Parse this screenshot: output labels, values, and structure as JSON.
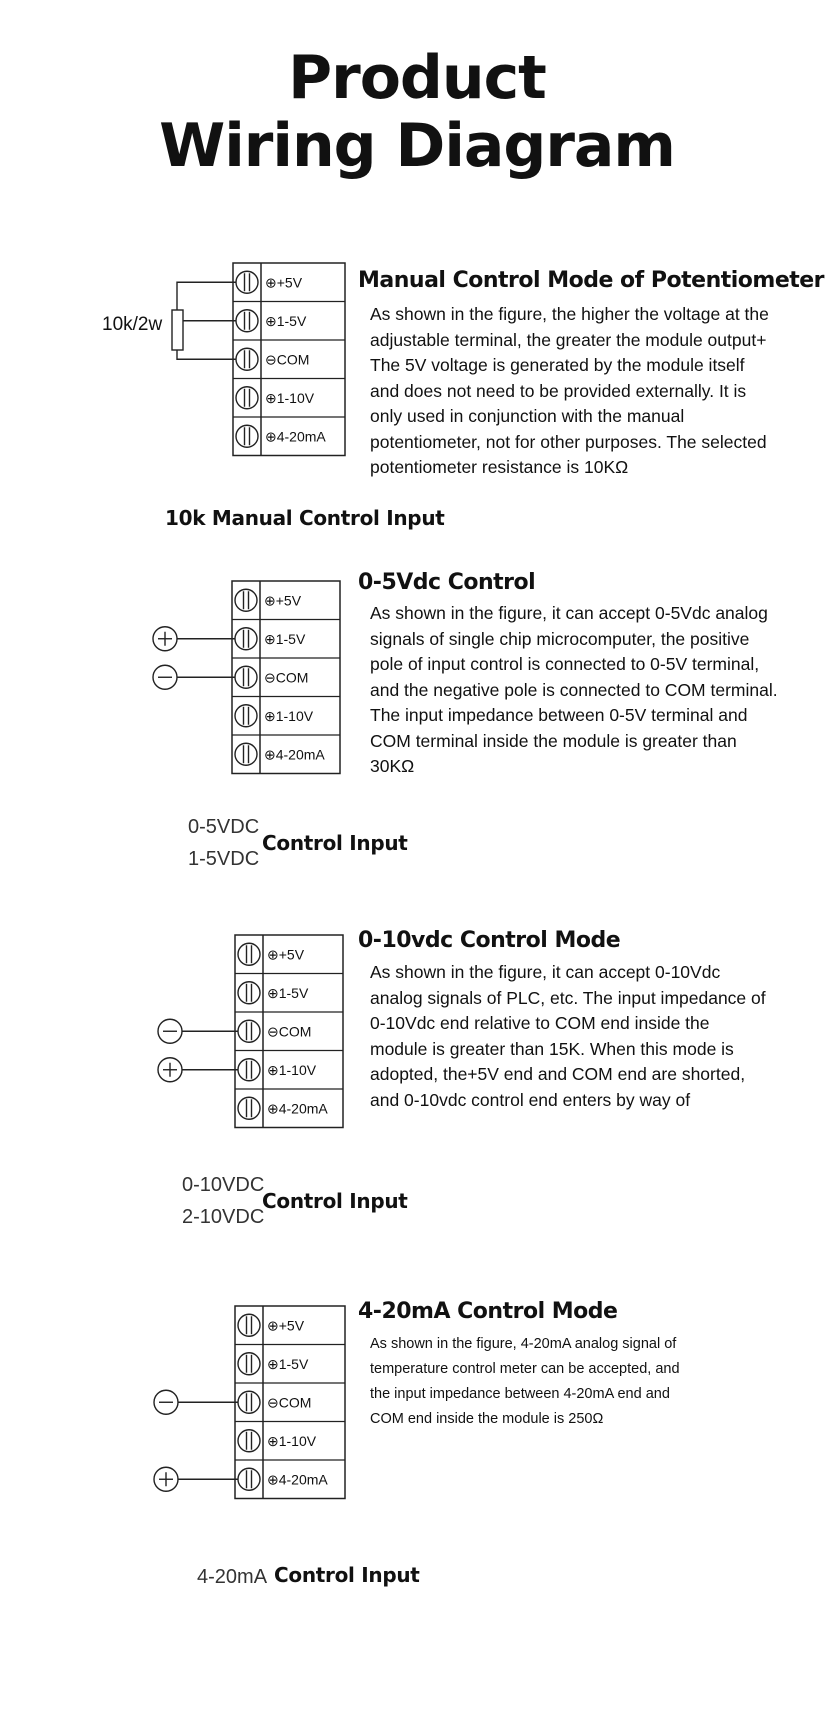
{
  "title": {
    "line1": "Product",
    "line2": "Wiring Diagram"
  },
  "terminals": [
    "⊕+5V",
    "⊕1-5V",
    "⊖COM",
    "⊕1-10V",
    "⊕4-20mA"
  ],
  "sections": [
    {
      "heading": "Manual Control Mode of Potentiometer",
      "text": "As shown in the figure, the higher the voltage at the adjustable terminal, the greater the module output+ The 5V voltage is generated by the module itself and does not need to be provided externally. It is only used in conjunction with the manual potentiometer, not for other purposes. The selected potentiometer resistance is 10KΩ",
      "component_label": "10k/2w",
      "caption": "10k Manual Control Input"
    },
    {
      "heading": "0-5Vdc Control",
      "text": "As shown in the figure, it can accept 0-5Vdc analog signals of single chip microcomputer, the positive pole of input control is connected to 0-5V terminal, and the negative pole is connected to COM terminal. The input impedance between 0-5V terminal and COM terminal inside the module is greater than 30KΩ",
      "range1": "0-5VDC",
      "range2": "1-5VDC",
      "caption": "Control Input",
      "plus_symbol": "+",
      "minus_symbol": "−"
    },
    {
      "heading": "0-10vdc Control Mode",
      "text": "As shown in the figure, it can accept 0-10Vdc analog signals of PLC, etc. The input impedance of 0-10Vdc end relative to COM end inside the module is greater than 15K. When this mode is adopted, the+5V end and COM end are shorted, and 0-10vdc control end enters by way of",
      "range1": "0-10VDC",
      "range2": "2-10VDC",
      "caption": "Control Input",
      "plus_symbol": "+",
      "minus_symbol": "−"
    },
    {
      "heading": "4-20mA Control Mode",
      "text": "As shown in the figure, 4-20mA analog signal of temperature control meter can be accepted, and the input impedance between 4-20mA end and COM end inside the module is 250Ω",
      "range1": "4-20mA",
      "caption": "Control Input",
      "plus_symbol": "+",
      "minus_symbol": "−"
    }
  ]
}
